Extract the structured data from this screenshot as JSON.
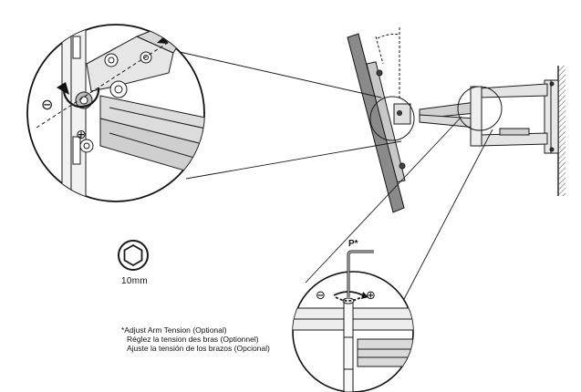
{
  "labels": {
    "wrench_size": "10mm",
    "tool_marker": "P*",
    "note_en": "*Adjust Arm Tension (Optional)",
    "note_fr": "Réglez la tension des bras (Optionnel)",
    "note_es": "Ajuste la tensión de los brazos (Opcional)"
  },
  "symbols": {
    "minus": "⊖",
    "plus": "⊕"
  },
  "colors": {
    "line": "#1a1a1a",
    "panel": "#8a8a8a",
    "arm": "#dcdcdc",
    "wall": "#bdbdbd"
  }
}
